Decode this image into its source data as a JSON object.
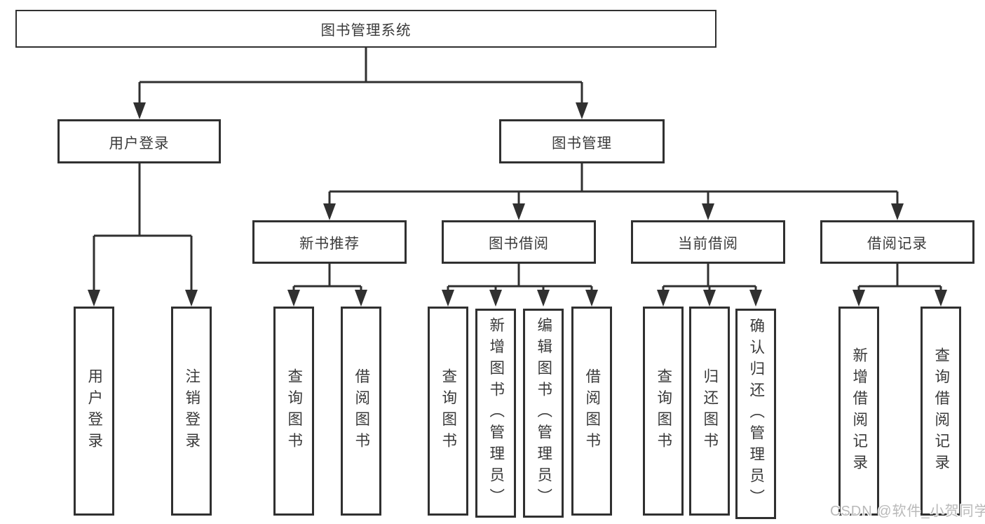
{
  "diagram": {
    "type": "hierarchy",
    "colors": {
      "background": "#ffffff",
      "line": "#303030",
      "box_border": "#303030",
      "text": "#3a3a3a",
      "watermark_text": "#b9b9b9"
    },
    "watermark": {
      "text": "CSDN @软件_小贺同学"
    },
    "tree": {
      "root": {
        "label": "图书管理系统",
        "children": [
          {
            "label": "用户登录",
            "children": [
              {
                "label": "用户登录"
              },
              {
                "label": "注销登录"
              }
            ]
          },
          {
            "label": "图书管理",
            "children": [
              {
                "label": "新书推荐",
                "children": [
                  {
                    "label": "查询图书"
                  },
                  {
                    "label": "借阅图书"
                  }
                ]
              },
              {
                "label": "图书借阅",
                "children": [
                  {
                    "label": "查询图书"
                  },
                  {
                    "label": "新增图书（管理员）"
                  },
                  {
                    "label": "编辑图书（管理员）"
                  },
                  {
                    "label": "借阅图书"
                  }
                ]
              },
              {
                "label": "当前借阅",
                "children": [
                  {
                    "label": "查询图书"
                  },
                  {
                    "label": "归还图书"
                  },
                  {
                    "label": "确认归还（管理员）"
                  }
                ]
              },
              {
                "label": "借阅记录",
                "children": [
                  {
                    "label": "新增借阅记录"
                  },
                  {
                    "label": "查询借阅记录"
                  }
                ]
              }
            ]
          }
        ]
      }
    }
  }
}
